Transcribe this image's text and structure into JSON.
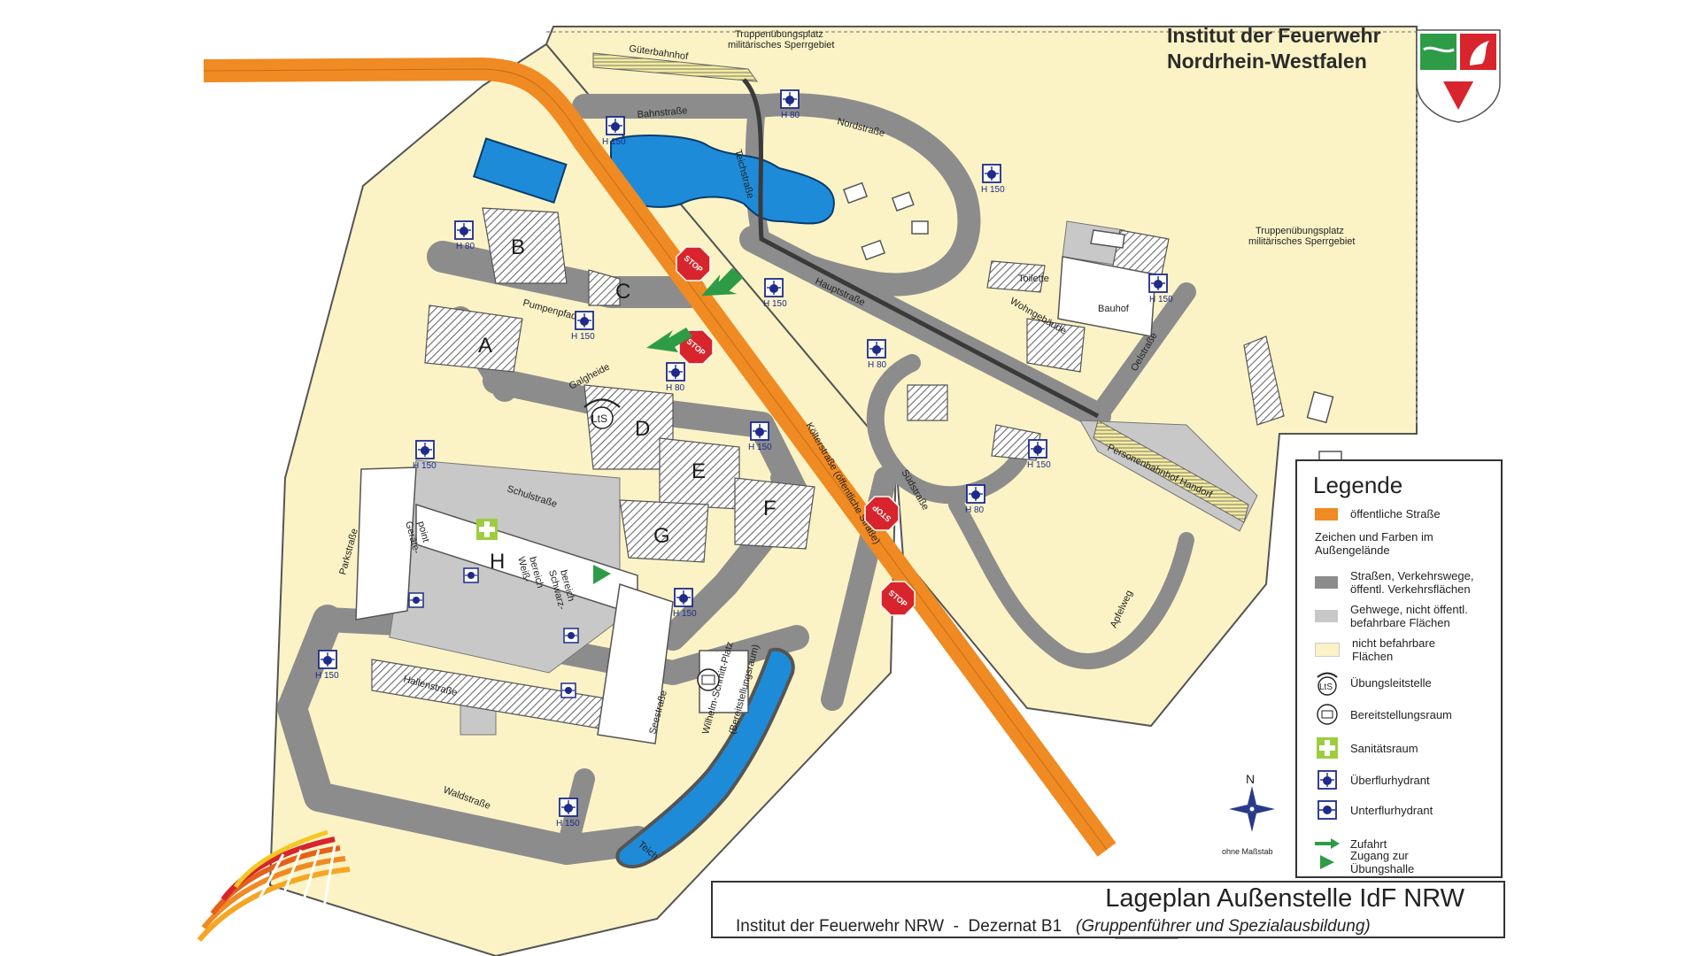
{
  "header": {
    "line1": "Institut der Feuerwehr",
    "line2": "Nordrhein-Westfalen"
  },
  "areas": {
    "truppen_top_1": "Truppenübungsplatz",
    "truppen_top_2": "militärisches Sperrgebiet",
    "truppen_right_1": "Truppenübungsplatz",
    "truppen_right_2": "militärisches Sperrgebiet"
  },
  "streets": {
    "gueterbahnhof": "Güterbahnhof",
    "bahnstrasse": "Bahnstraße",
    "nordstrasse": "Nordstraße",
    "teichstrasse": "Teichstraße",
    "hauptstrasse": "Hauptstraße",
    "pumpenpfad": "Pumpenpfad",
    "galgheide": "Galgheide",
    "schulstrasse": "Schulstraße",
    "parkstrasse": "Parkstraße",
    "hallenstrasse": "Hallenstraße",
    "waldstrasse": "Waldstraße",
    "seestrasse": "Seestraße",
    "koelterstrasse": "Költerstraße (öffentliche Straße)",
    "suedstrasse": "Südstraße",
    "oelstrasse": "Oelstraße",
    "apfelweg": "Apfelweg",
    "personenbahnhof": "Personenbahnhof Handorf",
    "wohngebaeude": "Wohngebäude",
    "toilette": "Toilette",
    "bauhof": "Bauhof",
    "teich": "Teich",
    "wilhelm": "Wilhelm-Schmitt-Platz",
    "bereitstellungsraum_lbl": "(Bereitstellungsraum)"
  },
  "buildings": [
    "A",
    "B",
    "C",
    "D",
    "E",
    "F",
    "G",
    "H"
  ],
  "rooms": {
    "geraete_1": "Geräte-",
    "geraete_2": "point",
    "weiss_1": "Weiß-",
    "weiss_2": "bereich",
    "schwarz_1": "Schwarz-",
    "schwarz_2": "bereich"
  },
  "hydrant_labels": {
    "h150": "H 150",
    "h80": "H 80"
  },
  "stop_label": "STOP",
  "lts_label": "LtS",
  "compass": {
    "n": "N",
    "scale": "ohne Maßstab"
  },
  "legend": {
    "title": "Legende",
    "public_road": "öffentliche Straße",
    "subheading": "Zeichen und Farben im Außengelände",
    "roads_1": "Straßen, Verkehrswege,",
    "roads_2": "öffentl. Verkehrsflächen",
    "walk_1": "Gehwege, nicht öffentl.",
    "walk_2": "befahrbare Flächen",
    "nondrive_1": "nicht befahrbare",
    "nondrive_2": "Flächen",
    "lts": "Übungsleitstelle",
    "bereit": "Bereitstellungsraum",
    "sani": "Sanitätsraum",
    "ueberflur": "Überflurhydrant",
    "unterflur": "Unterflurhydrant",
    "zufahrt": "Zufahrt",
    "zugang_1": "Zugang zur",
    "zugang_2": "Übungshalle"
  },
  "title_block": {
    "title": "Lageplan Außenstelle IdF NRW",
    "subtitle": "Institut der Feuerwehr NRW  -  Dezernat B1   ",
    "subtitle_italic": "(Gruppenführer und Spezialausbildung)"
  },
  "colors": {
    "ground": "#fbf3c6",
    "road": "#8c8c8c",
    "walkway": "#c8c8c8",
    "public_road": "#f08a22",
    "water": "#1e8bd9",
    "hydrant": "#1e2b8a",
    "stop": "#d8242c",
    "arrow": "#2e9c47",
    "sani": "#9ccd3e"
  }
}
